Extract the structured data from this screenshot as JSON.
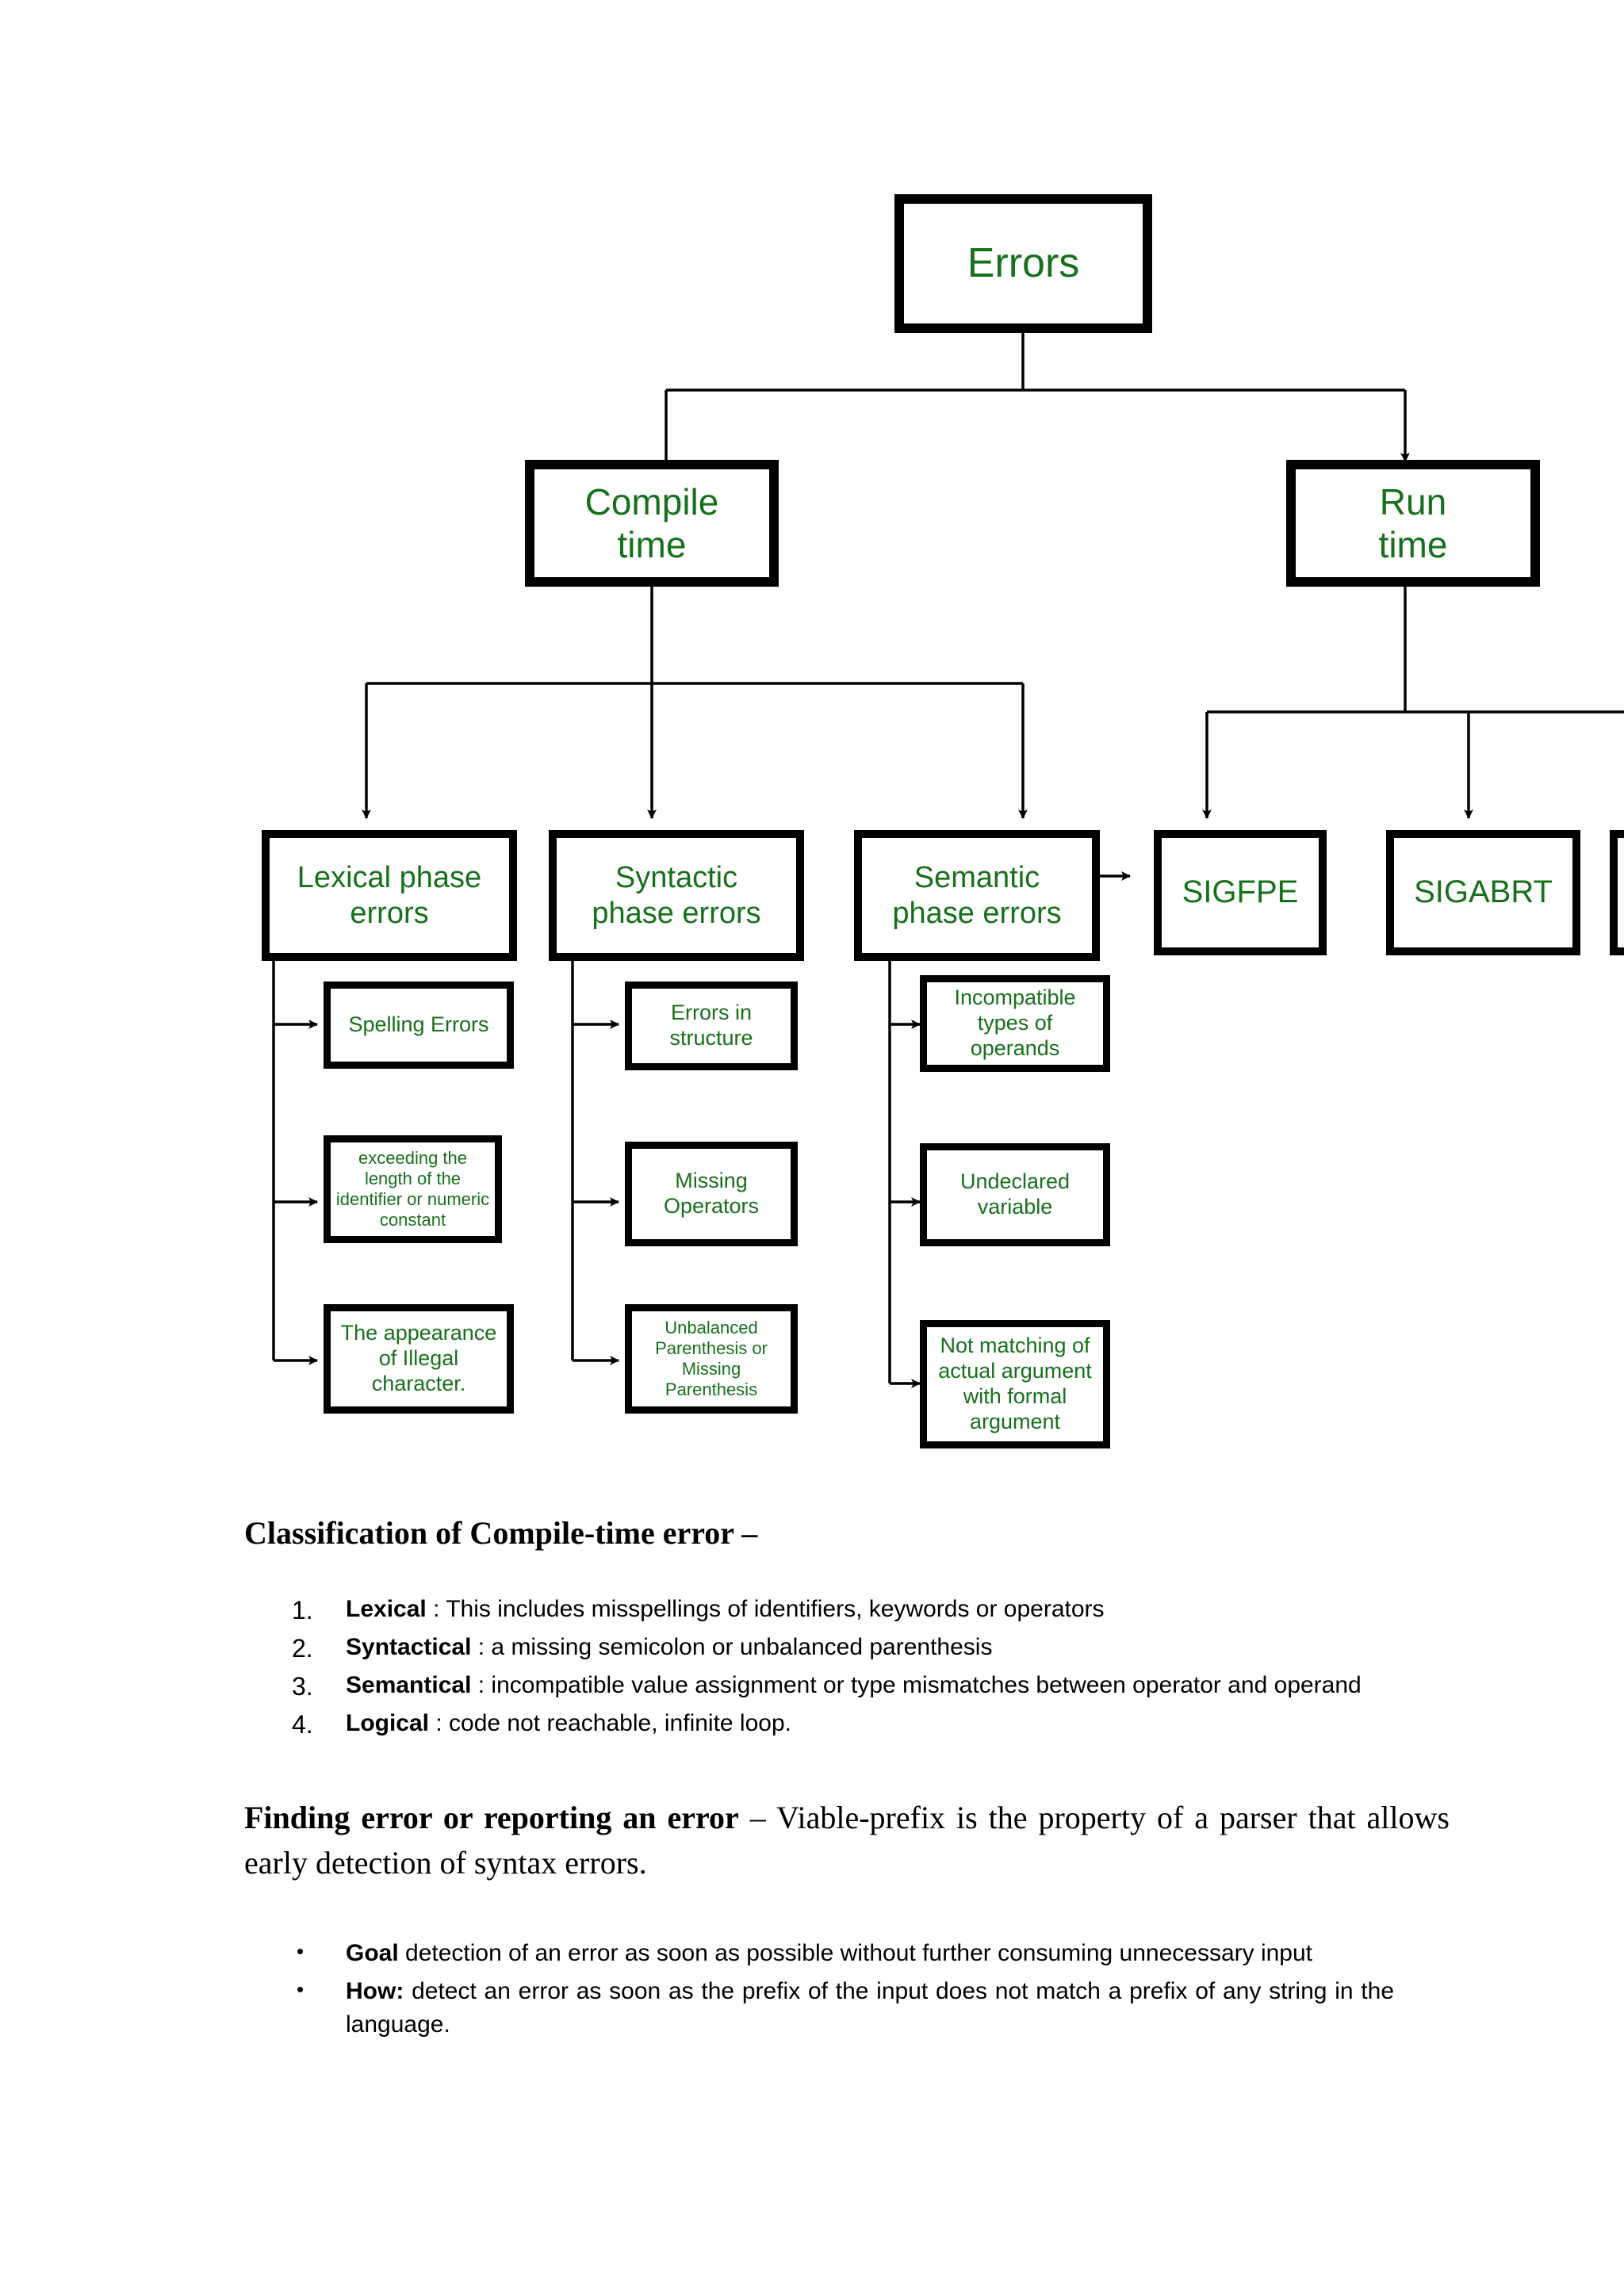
{
  "diagram": {
    "title": "Errors classification tree",
    "text_color": "#17701b",
    "line_color": "#000000",
    "nodes": {
      "root": "Errors",
      "compile_time": "Compile\ntime",
      "run_time": "Run\ntime",
      "lexical_phase": "Lexical phase\nerrors",
      "syntactic_phase": "Syntactic\nphase errors",
      "semantic_phase": "Semantic\nphase errors",
      "sigfpe": "SIGFPE",
      "sigabrt": "SIGABRT",
      "lexical_leaf_1": "Spelling Errors",
      "lexical_leaf_2": "exceeding the\nlength of the\nidentifier or numeric\nconstant",
      "lexical_leaf_3": "The appearance\nof Illegal\ncharacter.",
      "syntactic_leaf_1": "Errors in\nstructure",
      "syntactic_leaf_2": "Missing\nOperators",
      "syntactic_leaf_3": "Unbalanced\nParenthesis or\nMissing\nParenthesis",
      "semantic_leaf_1": "Incompatible\ntypes of\noperands",
      "semantic_leaf_2": "Undeclared\nvariable",
      "semantic_leaf_3": "Not matching of\nactual argument\nwith formal\nargument"
    }
  },
  "prose": {
    "heading_1": "Classification of Compile-time error –",
    "numbered_list": [
      {
        "marker": "1.",
        "lead": "Lexical",
        "rest": " : This includes misspellings of identifiers, keywords or operators"
      },
      {
        "marker": "2.",
        "lead": "Syntactical",
        "rest": " : a missing semicolon or unbalanced parenthesis"
      },
      {
        "marker": "3.",
        "lead": "Semantical",
        "rest": " : incompatible value assignment or type mismatches between operator and operand"
      },
      {
        "marker": "4.",
        "lead": "Logical",
        "rest": " : code not reachable, infinite loop."
      }
    ],
    "paragraph_lead": "Finding error or reporting an error",
    "paragraph_rest": " – Viable-prefix is the property of a parser that allows early detection of syntax errors.",
    "bullet_list": [
      {
        "marker": "•",
        "lead": "Goal",
        "rest": " detection of an error as soon as possible without further consuming unnecessary input"
      },
      {
        "marker": "•",
        "lead": "How:",
        "rest": " detect an error as soon as the prefix of the input does not match a prefix of any string in the language."
      }
    ]
  }
}
